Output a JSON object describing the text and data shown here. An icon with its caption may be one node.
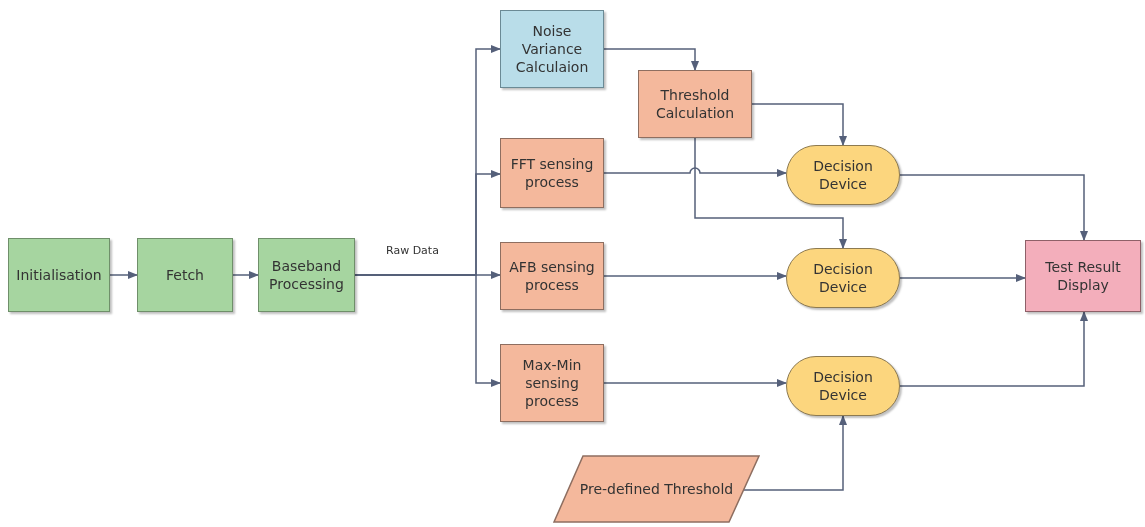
{
  "diagram": {
    "nodes": [
      {
        "text": [
          "Initialisation"
        ]
      },
      {
        "text": [
          "Fetch"
        ]
      },
      {
        "text": [
          "Baseband Processing"
        ]
      },
      {
        "text": [
          "Noise Variance Calculaion"
        ]
      },
      {
        "text": [
          "Threshold Calculation"
        ]
      },
      {
        "text": [
          "FFT sensing process"
        ]
      },
      {
        "text": [
          "AFB sensing process"
        ]
      },
      {
        "text": [
          "Max-Min sensing process"
        ]
      },
      {
        "text": [
          "Decision Device"
        ]
      },
      {
        "text": [
          "Decision Device"
        ]
      },
      {
        "text": [
          "Decision Device"
        ]
      },
      {
        "text": [
          "Test Result Display"
        ]
      },
      {
        "text": [
          "Pre-defined Threshold"
        ]
      }
    ],
    "edges": [
      {
        "from": 0,
        "to": 1,
        "arrow": "to"
      },
      {
        "from": 1,
        "to": 2,
        "arrow": "to"
      },
      {
        "from": 2,
        "to": 3,
        "arrow": "to"
      },
      {
        "from": 2,
        "to": 5,
        "arrow": "to"
      },
      {
        "from": 2,
        "to": 6,
        "arrow": "to",
        "label": "Raw Data"
      },
      {
        "from": 2,
        "to": 7,
        "arrow": "to"
      },
      {
        "from": 3,
        "to": 4,
        "arrow": "to"
      },
      {
        "from": 4,
        "to": 8,
        "arrow": "to"
      },
      {
        "from": 4,
        "to": 9,
        "arrow": "to"
      },
      {
        "from": 5,
        "to": 8,
        "arrow": "to"
      },
      {
        "from": 6,
        "to": 9,
        "arrow": "to"
      },
      {
        "from": 7,
        "to": 10,
        "arrow": "to"
      },
      {
        "from": 8,
        "to": 11,
        "arrow": "to"
      },
      {
        "from": 9,
        "to": 11,
        "arrow": "to"
      },
      {
        "from": 10,
        "to": 11,
        "arrow": "to"
      },
      {
        "from": 12,
        "to": 10,
        "arrow": "to"
      }
    ]
  }
}
